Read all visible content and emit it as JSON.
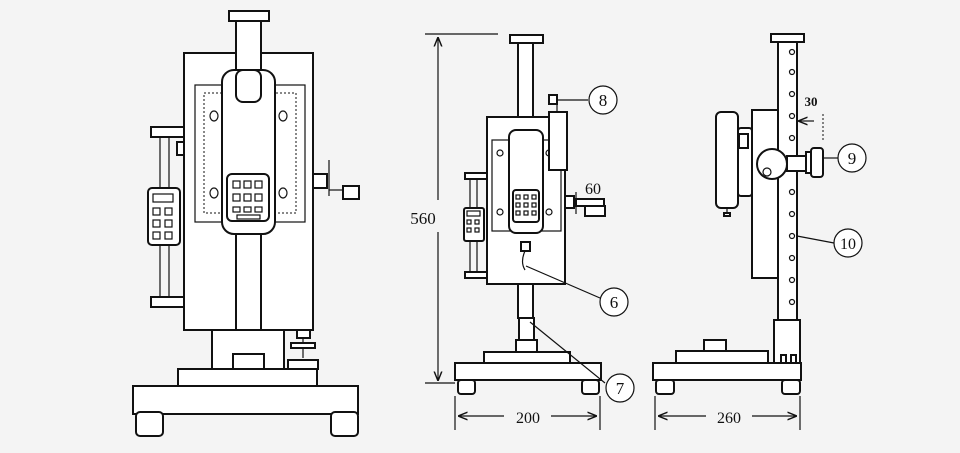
{
  "callouts": {
    "c6": "6",
    "c7": "7",
    "c8": "8",
    "c9": "9",
    "c10": "10"
  },
  "dimensions": {
    "height": "560",
    "width_front": "200",
    "width_side": "260",
    "offset_side": "30",
    "handle_label": "60"
  },
  "colors": {
    "background": "#f4f4f4",
    "line": "#111111"
  }
}
